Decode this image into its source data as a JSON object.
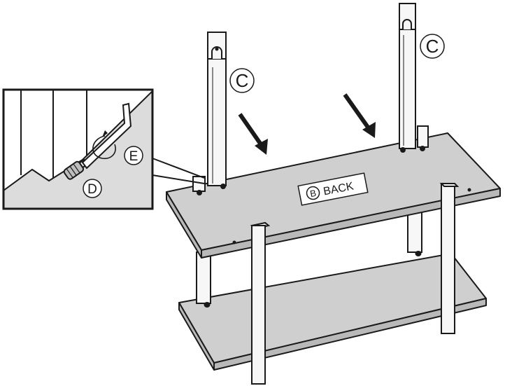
{
  "labels": {
    "part_c": "C",
    "part_b": "B",
    "back": "BACK",
    "part_d": "D",
    "part_e": "E"
  },
  "colors": {
    "panel": "#cfcfcf",
    "panel_edge": "#b9b9b9",
    "leg": "#f7f7f7",
    "inset_bg": "#dcdcdc",
    "line": "#1a1a1a",
    "white": "#ffffff"
  }
}
